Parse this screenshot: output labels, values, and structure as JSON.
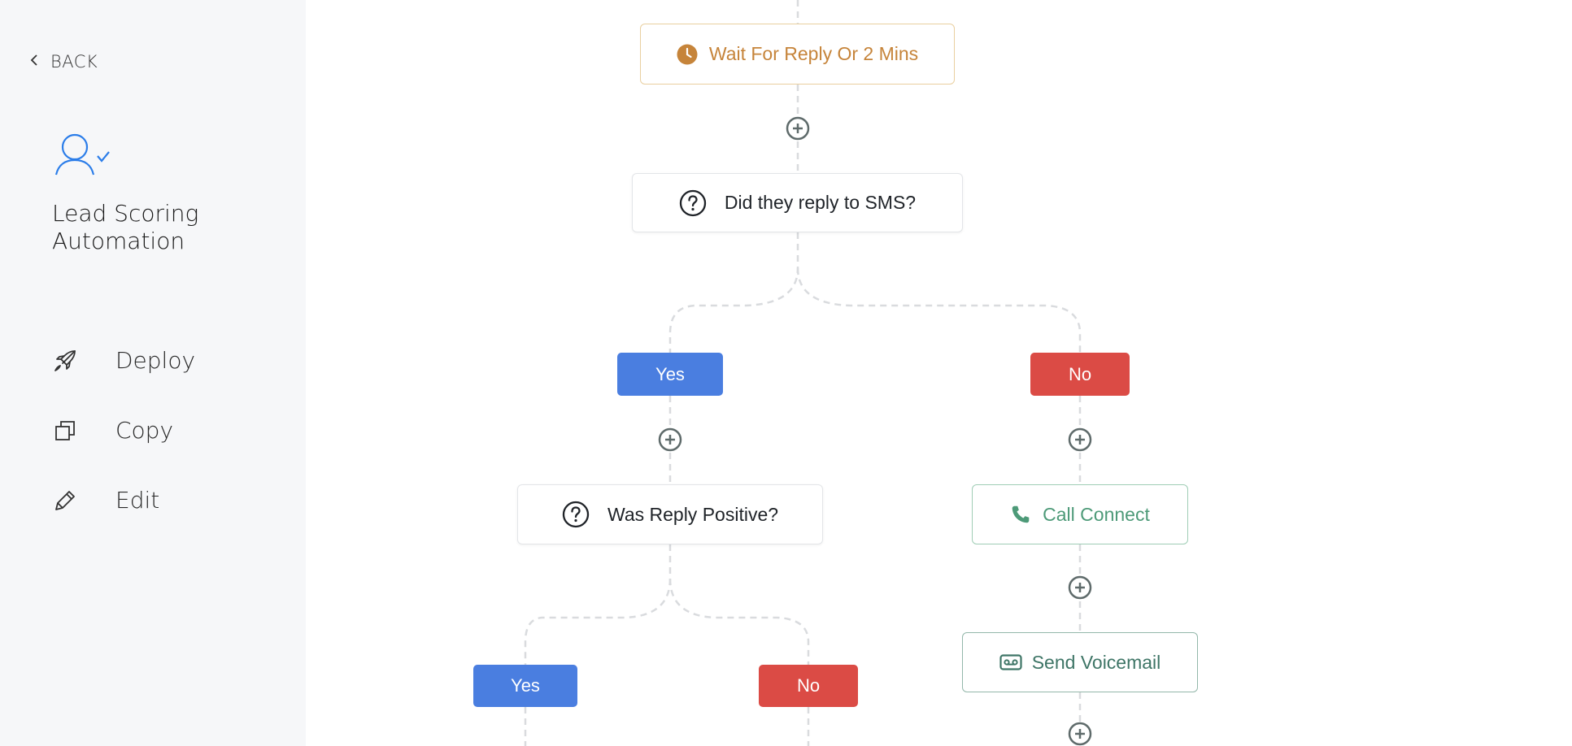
{
  "sidebar": {
    "back_label": "BACK",
    "automation_icon": "user-check-icon",
    "title_line1": "Lead Scoring",
    "title_line2": "Automation",
    "items": [
      {
        "label": "Deploy",
        "icon": "rocket-icon"
      },
      {
        "label": "Copy",
        "icon": "copy-icon"
      },
      {
        "label": "Edit",
        "icon": "pencil-icon"
      }
    ]
  },
  "colors": {
    "accent_blue": "#2b7de9",
    "yes": "#4a7ee0",
    "no": "#db4b45",
    "wait": "#c6843a",
    "call": "#4d9a78",
    "voicemail": "#3e7566",
    "connector": "#d9dbde",
    "plus": "#5f6b6b"
  },
  "flow": {
    "wait_label": "Wait For Reply Or 2 Mins",
    "sms_question": "Did they reply to SMS?",
    "yes_label": "Yes",
    "no_label": "No",
    "positive_question": "Was Reply Positive?",
    "call_label": "Call Connect",
    "voicemail_label": "Send Voicemail",
    "yes2_label": "Yes",
    "no2_label": "No"
  }
}
